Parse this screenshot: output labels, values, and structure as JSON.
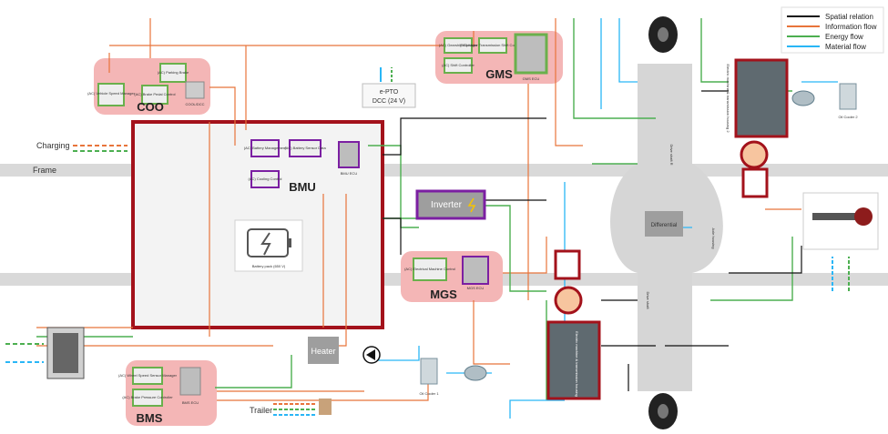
{
  "legend": {
    "items": [
      {
        "label": "Spatial relation",
        "color": "#111111"
      },
      {
        "label": "Information flow",
        "color": "#e8743b"
      },
      {
        "label": "Energy flow",
        "color": "#4caf50"
      },
      {
        "label": "Material flow",
        "color": "#29b6f6"
      }
    ]
  },
  "groups": {
    "coo": "COO",
    "bmu": "BMU",
    "gms": "GMS",
    "mgs": "MGS",
    "bms": "BMS"
  },
  "labels": {
    "charging": "Charging",
    "frame": "Frame",
    "trailer": "Trailer",
    "epto_line1": "e-PTO",
    "epto_line2": "DCC (24 V)",
    "inverter": "Inverter",
    "heater": "Heater",
    "differential": "Differential",
    "battery_pack": "Battery pack (650 V)",
    "oil_cooler_1": "Oil Cooler 1",
    "oil_cooler_2": "Oil Cooler 2",
    "bmu_ecu": "BMU ECU",
    "gms_ecu": "GMS ECU",
    "mgs_ecu": "MGS ECU",
    "bms_ecu": "BMS ECU",
    "cooldcc": "COOL/DCC",
    "drive_shaft_r": "Drive shaft R",
    "drive_shaft_l": "Drive shaft",
    "axle_housing": "Axle housing",
    "em_housing_2": "Electric machine & transmission housing 2",
    "em_housing_1": "Electric machine & transmission housing"
  },
  "functions": {
    "coo": [
      "(AC) Vehicle Speed Manager",
      "(AC) Parking Brake",
      "(AC) Brake Pedal Control"
    ],
    "bmu": [
      "(AC) Battery Management",
      "(AC) Battery Sensor Data",
      "(AC) Cooling Control"
    ],
    "gms": [
      "(AC) Gearshift Manager",
      "(AC) Motor Transmission Shift Controller",
      "(AC) Shift Controller"
    ],
    "mgs": [
      "(AC) Electrical Machine Control"
    ],
    "bms": [
      "(AC) Wheel Speed Sensor Manager",
      "(AC) Brake Pressure Controller"
    ]
  }
}
